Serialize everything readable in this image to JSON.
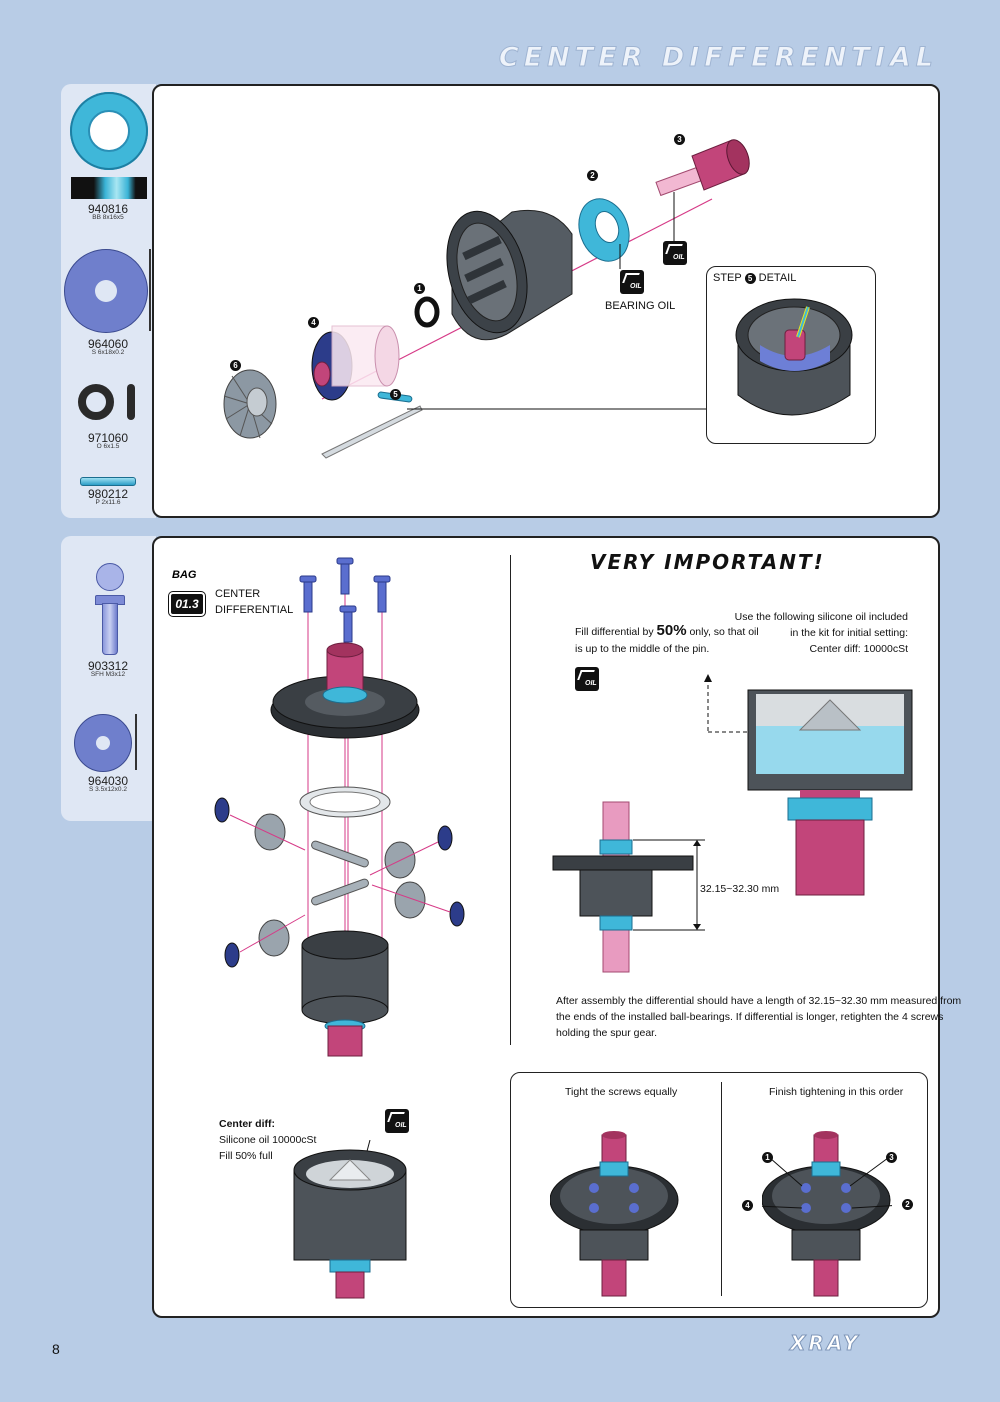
{
  "header": {
    "title": "CENTER DIFFERENTIAL"
  },
  "parts_top": [
    {
      "code": "940816",
      "desc": "BB 8x16x5"
    },
    {
      "code": "964060",
      "desc": "S 6x18x0.2"
    },
    {
      "code": "971060",
      "desc": "O 6x1.5"
    },
    {
      "code": "980212",
      "desc": "P 2x11.6"
    }
  ],
  "parts_bottom": [
    {
      "code": "903312",
      "desc": "SFH M3x12"
    },
    {
      "code": "964030",
      "desc": "S 3.5x12x0.2"
    }
  ],
  "step1": {
    "callouts": [
      "1",
      "2",
      "3",
      "4",
      "5",
      "6"
    ],
    "bearing_oil": "BEARING OIL",
    "oil_icon": "OIL",
    "detail_prefix": "STEP",
    "detail_num": "5",
    "detail_suffix": "DETAIL"
  },
  "bag": {
    "label": "BAG",
    "number": "01.3",
    "title_line1": "CENTER",
    "title_line2": "DIFFERENTIAL"
  },
  "important": {
    "heading": "VERY IMPORTANT!",
    "fill_pre": "Fill differential by ",
    "fill_pct": "50%",
    "fill_post": " only, so that oil",
    "fill_line2": "is up to the middle of the pin.",
    "silicone_line1": "Use the following silicone oil included",
    "silicone_line2": "in the kit for initial setting:",
    "silicone_line3": "Center diff: 10000cSt",
    "measure": "32.15~32.30 mm",
    "assembly_line1": "After assembly the differential should have a length of 32.15~32.30 mm measured from",
    "assembly_line2": "the ends of the installed ball-bearings. If differential is longer, retighten the 4 screws",
    "assembly_line3": "holding the spur gear."
  },
  "center_note": {
    "title": "Center diff:",
    "line2": "Silicone oil 10000cSt",
    "line3": "Fill 50% full"
  },
  "tighten": {
    "left_title": "Tight the screws equally",
    "right_title": "Finish tightening in this order",
    "order": [
      "1",
      "2",
      "3",
      "4"
    ]
  },
  "page_number": "8",
  "brand": "XRAY",
  "colors": {
    "background": "#b8cce6",
    "sidebar": "#dfe7f4",
    "accent_pink": "#c2457a",
    "accent_blue": "#3aa9d8",
    "part_purple": "#6676c4"
  }
}
